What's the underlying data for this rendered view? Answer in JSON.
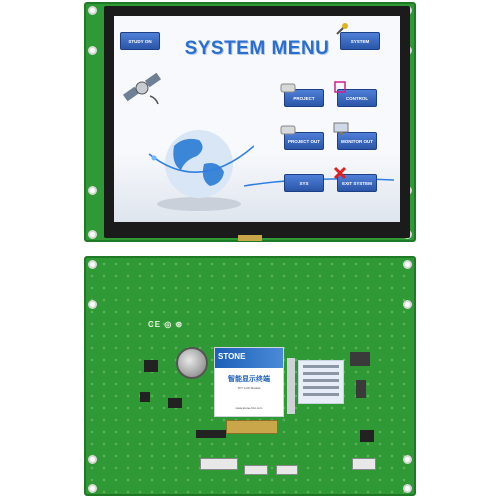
{
  "screen": {
    "title": "SYSTEM MENU",
    "buttons": {
      "study_on": "STUDY ON",
      "system": "SYSTEM",
      "project": "PROJECT",
      "control": "CONTROL",
      "project_out": "PROJECT OUT",
      "monitor_out": "MONITOR OUT",
      "sys": "SYS",
      "exit_system": "EXIT SYSTEM"
    }
  },
  "board": {
    "cert_marks": "CE ◎ ⊛",
    "sticker": {
      "brand": "STONE",
      "chinese": "智能显示终端",
      "subtitle": "TFT LCD Module",
      "url": "www.stone-hmi.com"
    }
  },
  "colors": {
    "pcb_green": "#2f9a35",
    "button_blue": "#2b56a8",
    "title_blue": "#2a6fd0"
  }
}
